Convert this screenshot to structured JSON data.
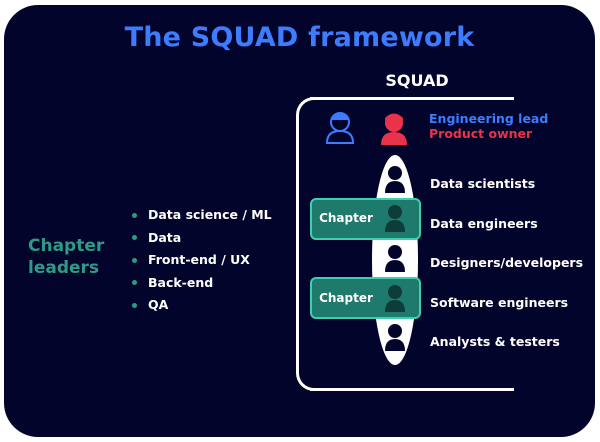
{
  "title": "The SQUAD framework",
  "squad_label": "SQUAD",
  "roles": {
    "engineering_lead": "Engineering lead",
    "product_owner": "Product owner"
  },
  "squad_members": [
    "Data scientists",
    "Data engineers",
    "Designers/developers",
    "Software engineers",
    "Analysts & testers"
  ],
  "chapter_leaders": {
    "label": "Chapter leaders",
    "items": [
      "Data science / ML",
      "Data",
      "Front-end / UX",
      "Back-end",
      "QA"
    ]
  },
  "chapter_label": "Chapter",
  "colors": {
    "background": "#03042b",
    "title": "#3d7bff",
    "engineering_lead": "#3d7bff",
    "product_owner": "#e8334a",
    "chapter": "#2e9b86",
    "chapter_band": "#1e7a6c",
    "chapter_border": "#3fcfae"
  },
  "icons": [
    "engineering-lead-person-icon",
    "product-owner-person-icon",
    "person-icon"
  ]
}
